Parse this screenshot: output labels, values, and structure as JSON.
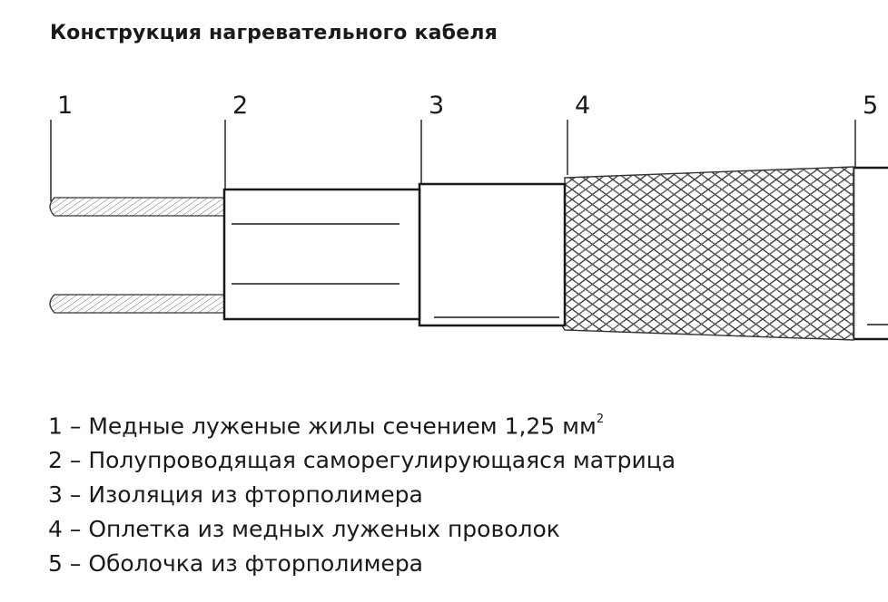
{
  "title": "Конструкция нагревательного кабеля",
  "callouts": [
    "1",
    "2",
    "3",
    "4",
    "5"
  ],
  "legend": [
    {
      "num": "1",
      "dash": "–",
      "text": "Медные луженые жилы сечением 1,25 мм",
      "sup": "2"
    },
    {
      "num": "2",
      "dash": "–",
      "text": "Полупроводящая саморегулирующаяся матрица"
    },
    {
      "num": "3",
      "dash": "–",
      "text": "Изоляция из фторполимера"
    },
    {
      "num": "4",
      "dash": "–",
      "text": "Оплетка из медных луженых проволок"
    },
    {
      "num": "5",
      "dash": "–",
      "text": "Оболочка из фторполимера"
    }
  ]
}
